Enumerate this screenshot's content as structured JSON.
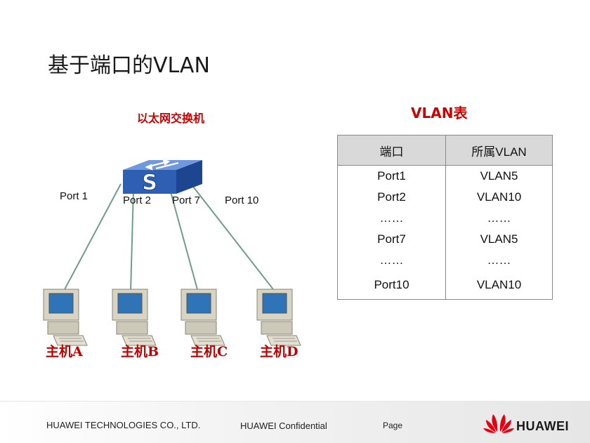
{
  "title": "基于端口的VLAN",
  "switch_label": "以太网交换机",
  "ports": {
    "port1": "Port 1",
    "port2": "Port 2",
    "port7": "Port 7",
    "port10": "Port 10"
  },
  "hosts": [
    "主机A",
    "主机B",
    "主机C",
    "主机D"
  ],
  "vlan_table": {
    "title": "VLAN表",
    "headers": [
      "端口",
      "所属VLAN"
    ],
    "rows": [
      [
        "Port1",
        "VLAN5"
      ],
      [
        "Port2",
        "VLAN10"
      ],
      [
        "……",
        "……"
      ],
      [
        "Port7",
        "VLAN5"
      ],
      [
        "……",
        "……"
      ],
      [
        "Port10",
        "VLAN10"
      ]
    ]
  },
  "footer": {
    "company": "HUAWEI TECHNOLOGIES CO., LTD.",
    "confidential": "HUAWEI Confidential",
    "page": "Page",
    "brand": "HUAWEI"
  },
  "colors": {
    "link_line": "#6f9c8f",
    "accent_red": "#cc0000",
    "switch_blue": "#2f5fb3",
    "logo_red": "#e60012"
  }
}
